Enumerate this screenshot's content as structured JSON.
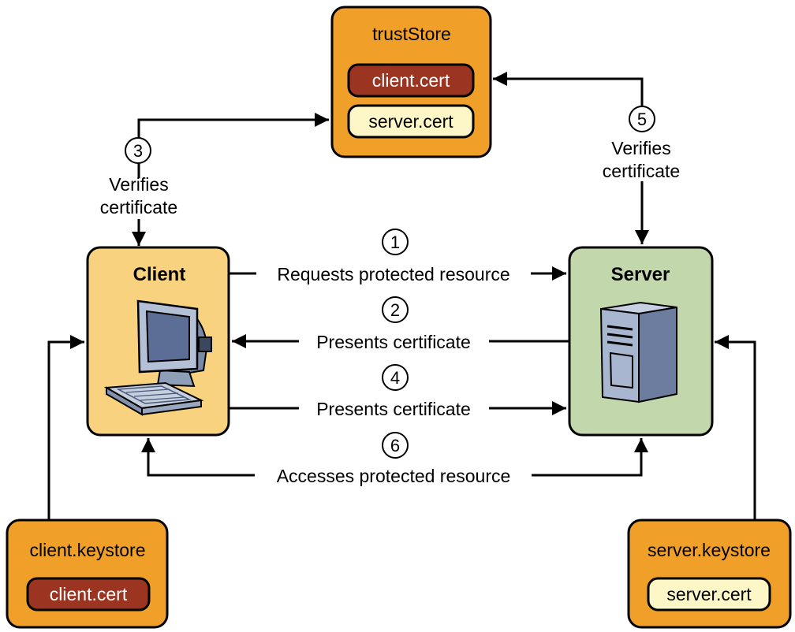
{
  "colors": {
    "store_fill": "#f0a028",
    "client_fill": "#f8d27e",
    "server_fill": "#c3d7ad",
    "client_cert_fill": "#9c3422",
    "server_cert_fill": "#fdf6c6",
    "stroke": "#000000"
  },
  "trust_store": {
    "title": "trustStore",
    "client_cert": "client.cert",
    "server_cert": "server.cert"
  },
  "client": {
    "title": "Client",
    "icon": "desktop-computer-icon"
  },
  "server": {
    "title": "Server",
    "icon": "server-tower-icon"
  },
  "client_keystore": {
    "title": "client.keystore",
    "cert": "client.cert"
  },
  "server_keystore": {
    "title": "server.keystore",
    "cert": "server.cert"
  },
  "steps": [
    {
      "number": "1",
      "label": "Requests protected resource"
    },
    {
      "number": "2",
      "label": "Presents certificate"
    },
    {
      "number": "3",
      "label_line1": "Verifies",
      "label_line2": "certificate"
    },
    {
      "number": "4",
      "label": "Presents certificate"
    },
    {
      "number": "5",
      "label_line1": "Verifies",
      "label_line2": "certificate"
    },
    {
      "number": "6",
      "label": "Accesses protected resource"
    }
  ]
}
